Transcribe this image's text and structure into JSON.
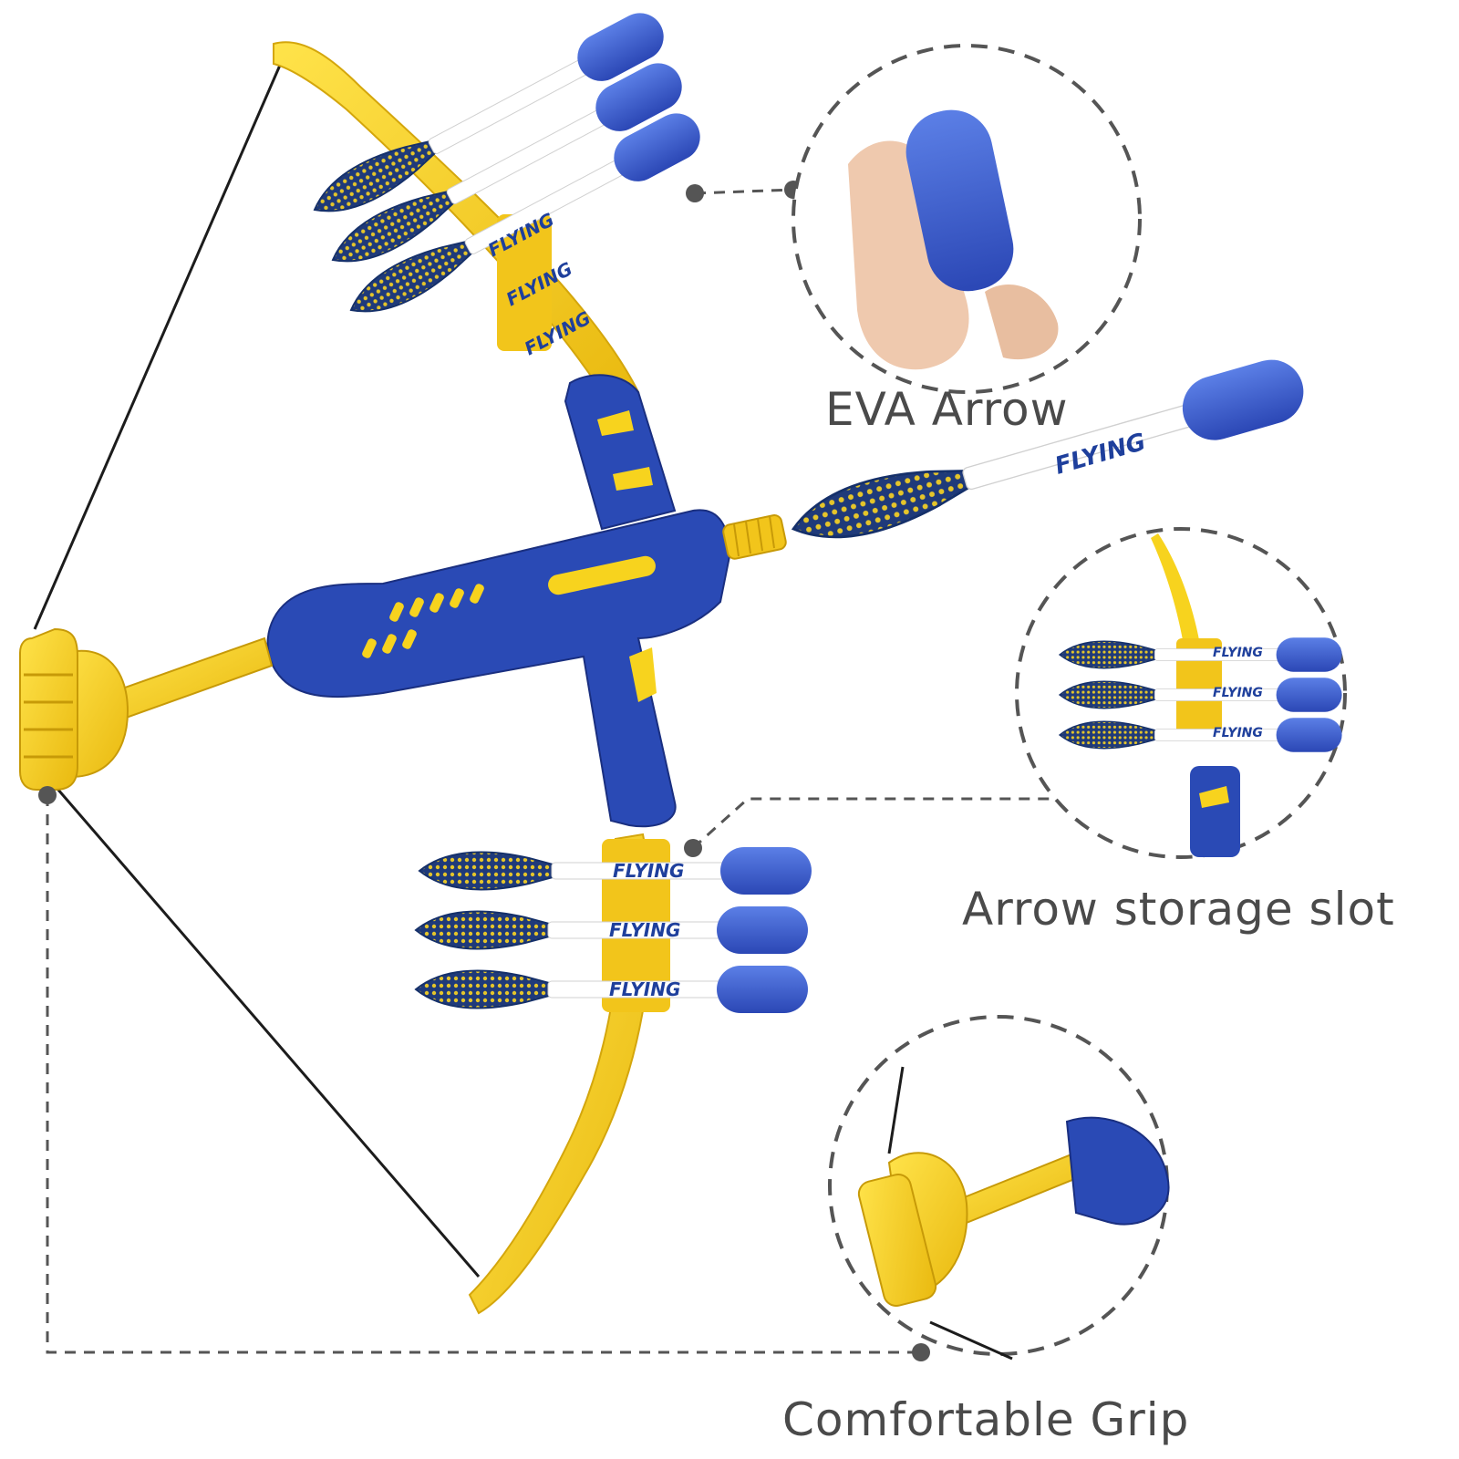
{
  "callouts": {
    "eva_arrow": "EVA Arrow",
    "storage_slot": "Arrow storage slot",
    "grip": "Comfortable Grip"
  },
  "product": {
    "brand_text": "FLYING"
  },
  "colors": {
    "bow_yellow": "#f7d31e",
    "body_blue": "#2a4ab5",
    "foam_blue": "#3a5fd0",
    "callout_gray": "#555555"
  }
}
